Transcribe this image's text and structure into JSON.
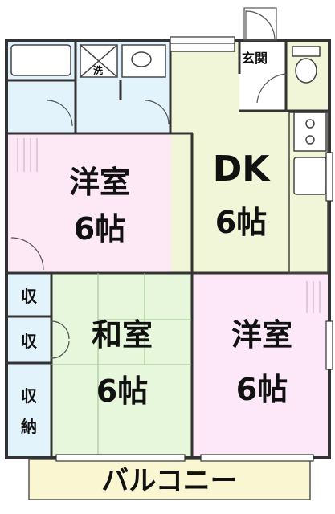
{
  "rooms": {
    "western_room_1": {
      "label": "洋室",
      "size": "6帖"
    },
    "dk": {
      "label": "DK",
      "size": "6帖"
    },
    "japanese_room": {
      "label": "和室",
      "size": "6帖"
    },
    "western_room_2": {
      "label": "洋室",
      "size": "6帖"
    },
    "entrance": {
      "label": "玄関"
    },
    "storage_1": {
      "label": "収"
    },
    "storage_2": {
      "label": "収"
    },
    "storage_closet": {
      "label_1": "収",
      "label_2": "納"
    },
    "washroom": {
      "label": "洗"
    },
    "balcony": {
      "label": "バルコニー"
    }
  },
  "colors": {
    "western_room_1": "#fde8f6",
    "dk": "#f2f6d8",
    "japanese_room": "#e6f7dc",
    "western_room_2": "#fce8f8",
    "wet_area": "#e2f3fb",
    "balcony": "#fbf6d2",
    "wall": "#333333"
  }
}
